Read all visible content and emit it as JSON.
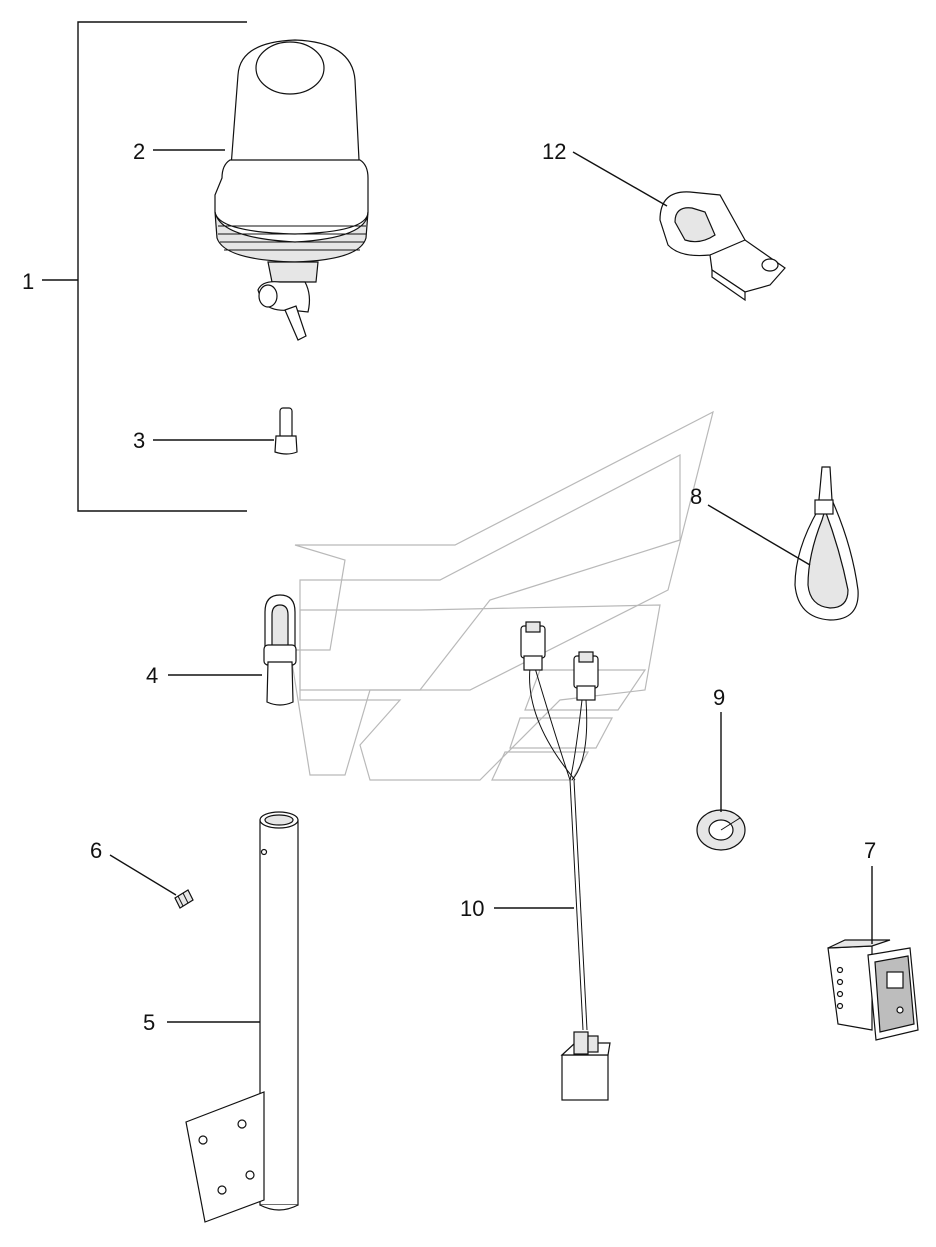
{
  "diagram": {
    "callouts": {
      "c1": "1",
      "c2": "2",
      "c3": "3",
      "c4": "4",
      "c5": "5",
      "c6": "6",
      "c7": "7",
      "c8": "8",
      "c9": "9",
      "c10": "10",
      "c12": "12"
    }
  }
}
